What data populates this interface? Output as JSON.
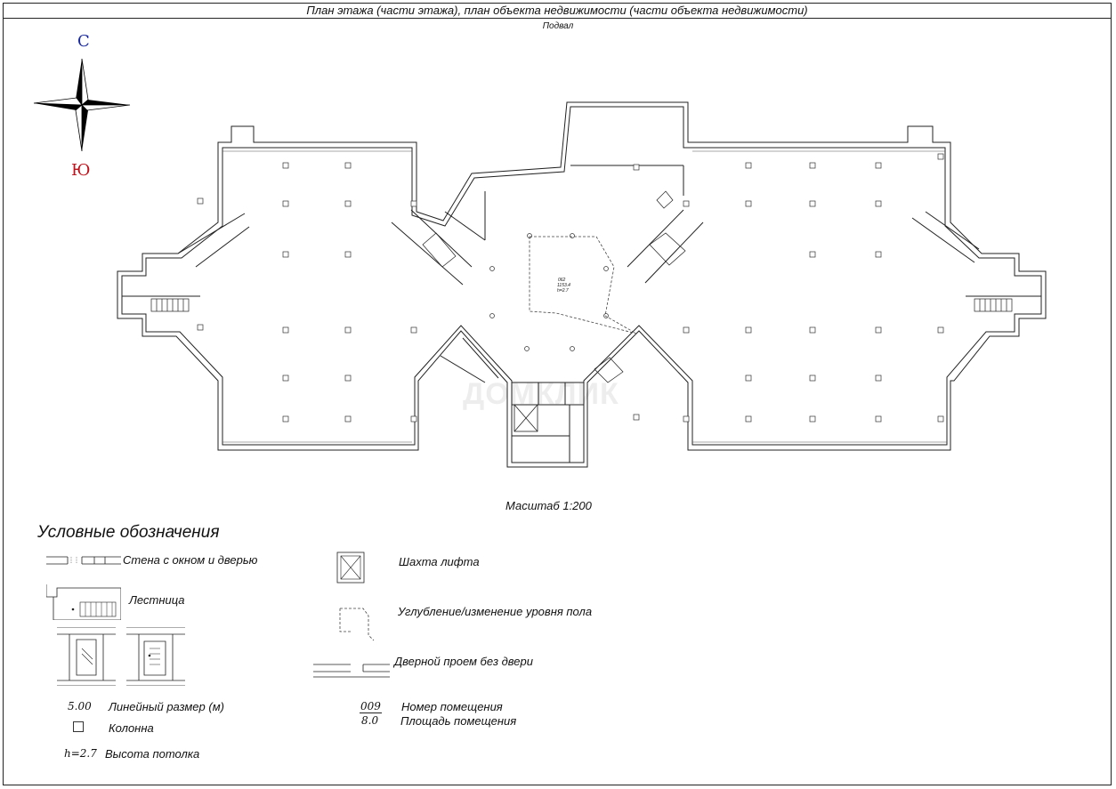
{
  "header": {
    "title": "План этажа (части этажа), план объекта недвижимости (части объекта недвижимости)",
    "floor": "Подвал"
  },
  "compass": {
    "north": "С",
    "south": "Ю"
  },
  "plan": {
    "scale_label": "Масштаб 1:200",
    "watermark": "ДОМКЛИК",
    "center_room": {
      "number": "062",
      "area": "1153.4",
      "height": "h=2.7"
    }
  },
  "legend": {
    "title": "Условные обозначения",
    "wall_with_window_door": "Стена с окном и дверью",
    "stairs": "Лестница",
    "elevator_shaft": "Шахта лифта",
    "floor_level_change": "Углубление/изменение уровня пола",
    "doorway_without_door": "Дверной проем без двери",
    "dimension_example": "5.00",
    "dimension_label": "Линейный размер (м)",
    "column_label": "Колонна",
    "ceiling_example": "h=2.7",
    "ceiling_label": "Высота потолка",
    "room_number_example": "009",
    "room_number_label": "Номер помещения",
    "room_area_example": "8.0",
    "room_area_label": "Площадь помещения"
  },
  "colors": {
    "north": "#1a2aa0",
    "south": "#c0101a",
    "lines": "#222222"
  }
}
